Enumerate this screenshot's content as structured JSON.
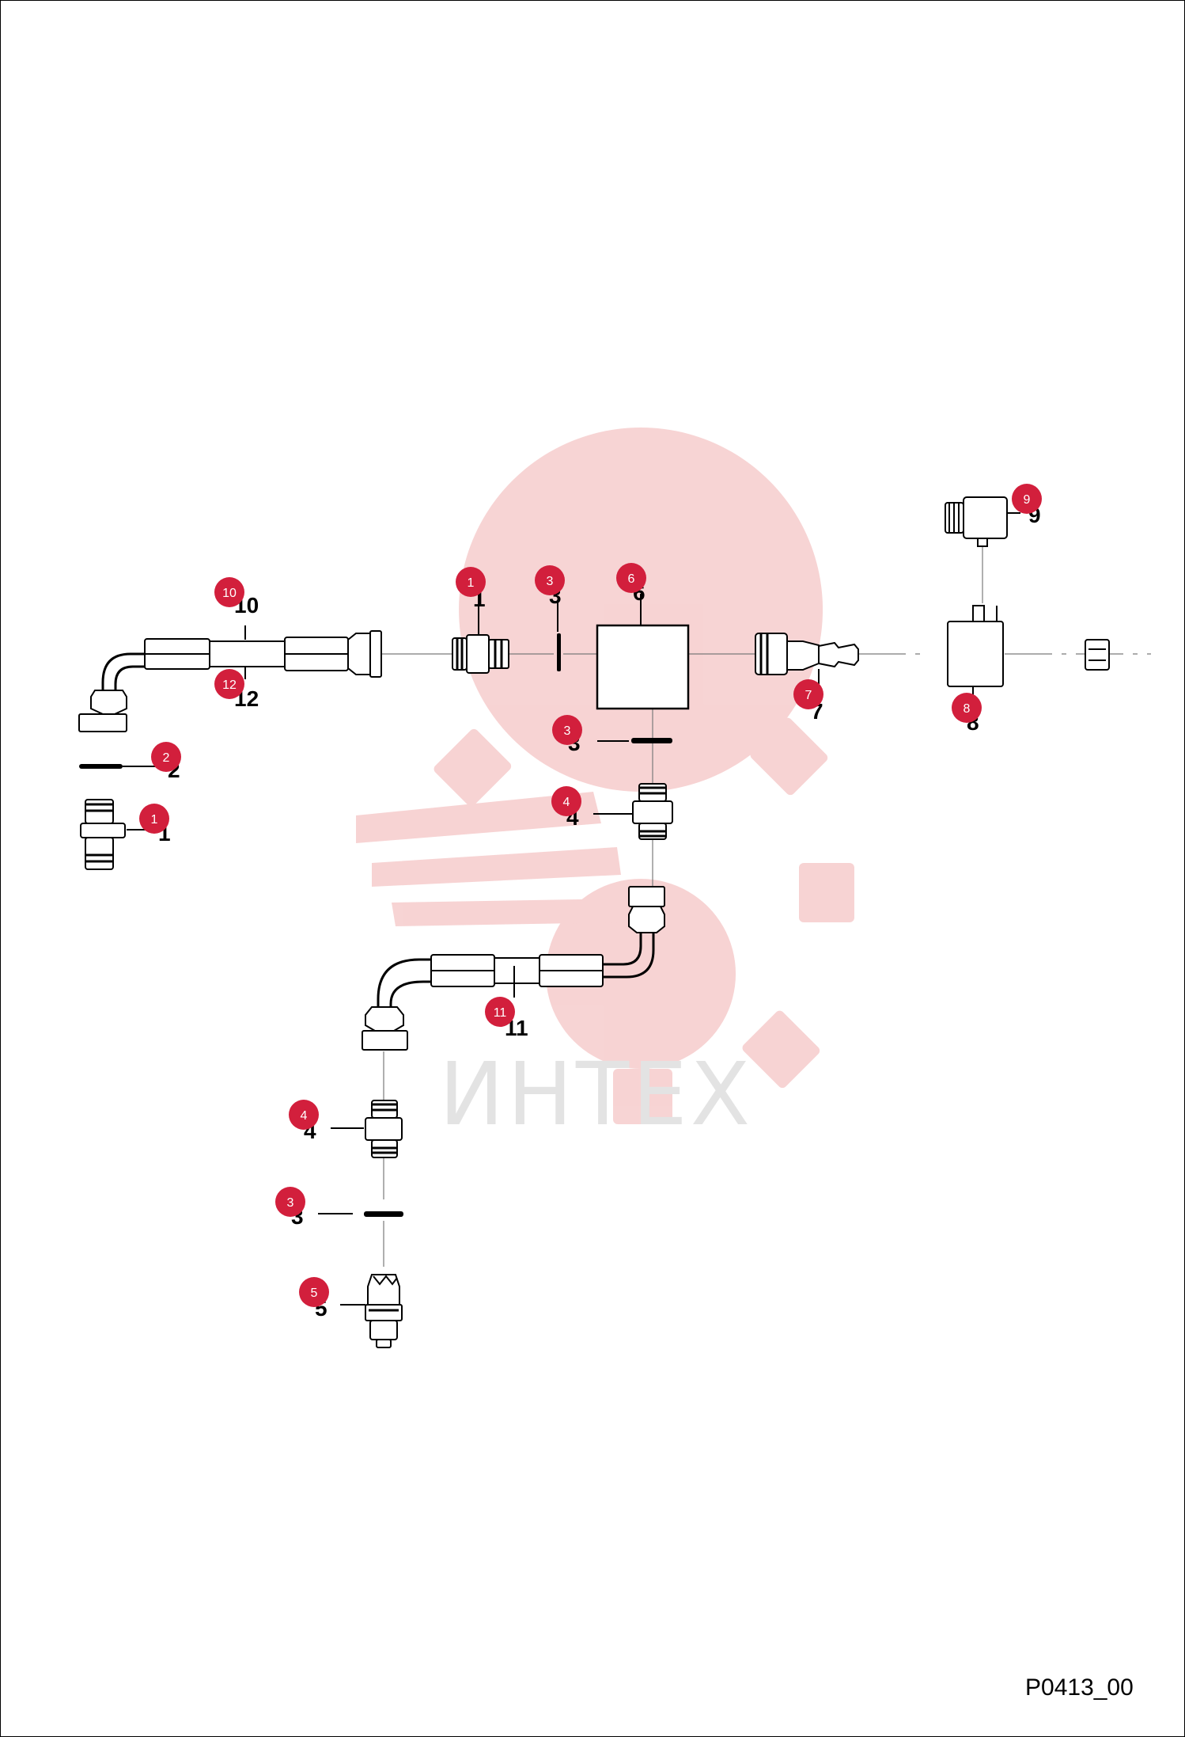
{
  "drawing_id": "P0413_00",
  "watermark_text": "ИНТЕХ",
  "colors": {
    "badge": "#d21f3c",
    "watermark": "#f6cccc",
    "line": "#000000"
  },
  "labels": {
    "l10": "10",
    "l12": "12",
    "l1a": "1",
    "l3a": "3",
    "l6": "6",
    "l7": "7",
    "l8": "8",
    "l9": "9",
    "l2": "2",
    "l1b": "1",
    "l3b": "3",
    "l4a": "4",
    "l11": "11",
    "l4b": "4",
    "l3c": "3",
    "l5": "5"
  },
  "badges": {
    "b10": "10",
    "b12": "12",
    "b1a": "1",
    "b3a": "3",
    "b6": "6",
    "b7": "7",
    "b8": "8",
    "b9": "9",
    "b2": "2",
    "b1b": "1",
    "b3b": "3",
    "b4a": "4",
    "b11": "11",
    "b4b": "4",
    "b3c": "3",
    "b5": "5"
  }
}
